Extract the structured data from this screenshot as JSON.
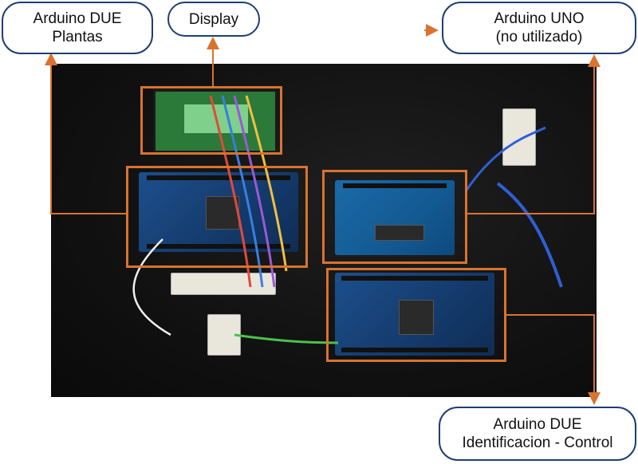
{
  "labels": {
    "due_plantas": {
      "line1": "Arduino DUE",
      "line2": "Plantas"
    },
    "display": "Display",
    "uno": {
      "line1": "Arduino UNO",
      "line2": "(no utilizado)"
    },
    "due_control": {
      "line1": "Arduino DUE",
      "line2": "Identificacion - Control"
    }
  },
  "colors": {
    "frame": "#d9732e",
    "callout_border": "#1f3e73"
  }
}
